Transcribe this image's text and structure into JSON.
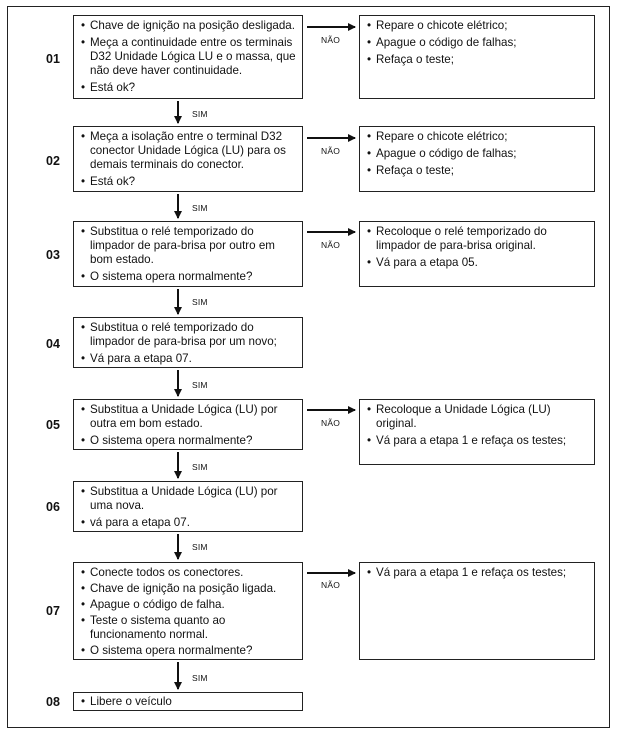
{
  "steps": [
    {
      "number": "01",
      "main": [
        "Chave de ignição na posição desligada.",
        "Meça a continuidade entre os terminais D32 Unidade Lógica LU e o massa, que não deve haver continuidade.",
        "Está ok?"
      ],
      "no": [
        "Repare o chicote elétrico;",
        "Apague o código de falhas;",
        "Refaça o teste;"
      ]
    },
    {
      "number": "02",
      "main": [
        "Meça a isolação entre o terminal D32 conector Unidade Lógica (LU) para os demais terminais  do conector.",
        "Está ok?"
      ],
      "no": [
        "Repare o chicote elétrico;",
        "Apague o código de falhas;",
        "Refaça o teste;"
      ]
    },
    {
      "number": "03",
      "main": [
        "Substitua o relé temporizado do limpador de para-brisa por outro  em bom estado.",
        "O sistema opera normalmente?"
      ],
      "no": [
        "Recoloque o relé temporizado do limpador de para-brisa original.",
        "Vá para a etapa 05."
      ]
    },
    {
      "number": "04",
      "main": [
        "Substitua o relé temporizado do limpador de para-brisa por um novo;",
        "Vá para a etapa 07."
      ]
    },
    {
      "number": "05",
      "main": [
        "Substitua a Unidade Lógica (LU) por outra em bom estado.",
        "O sistema opera normalmente?"
      ],
      "no": [
        "Recoloque a Unidade Lógica (LU) original.",
        "Vá para a etapa 1 e refaça os testes;"
      ]
    },
    {
      "number": "06",
      "main": [
        "Substitua a Unidade Lógica (LU) por uma nova.",
        "vá para a etapa 07."
      ]
    },
    {
      "number": "07",
      "main": [
        "Conecte todos os conectores.",
        "Chave de ignição na posição ligada.",
        "Apague o código de falha.",
        "Teste o sistema quanto ao funcionamento normal.",
        "O sistema opera normalmente?"
      ],
      "no": [
        "Vá para a etapa 1 e refaça os testes;"
      ]
    },
    {
      "number": "08",
      "main": [
        "Libere o veículo"
      ]
    }
  ],
  "labels": {
    "yes": "SIM",
    "no": "NÃO"
  }
}
